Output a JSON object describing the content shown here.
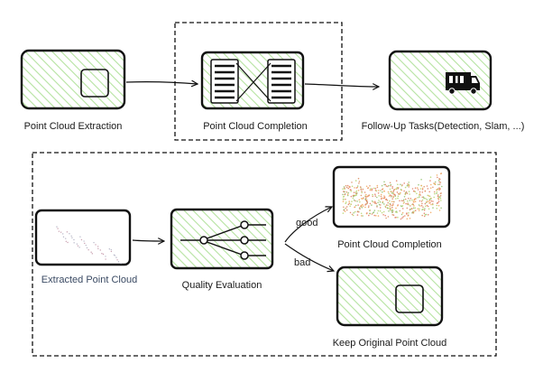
{
  "pipeline": {
    "extraction_label": "Point Cloud Extraction",
    "completion_label": "Point Cloud Completion",
    "followup_label": "Follow-Up Tasks(Detection, Slam, ...)"
  },
  "detail": {
    "extracted_label": "Extracted Point Cloud",
    "quality_label": "Quality Evaluation",
    "good_label": "good",
    "bad_label": "bad",
    "completion_label": "Point Cloud Completion",
    "keep_label": "Keep Original Point Cloud"
  },
  "colors": {
    "hatch": "#b5e3a0",
    "ink": "#111111",
    "extracted_text": "#3a4a63"
  },
  "icons": [
    "square-icon",
    "list-icon",
    "network-icon",
    "truck-icon",
    "point-cloud-sparse-icon",
    "point-cloud-dense-icon"
  ]
}
